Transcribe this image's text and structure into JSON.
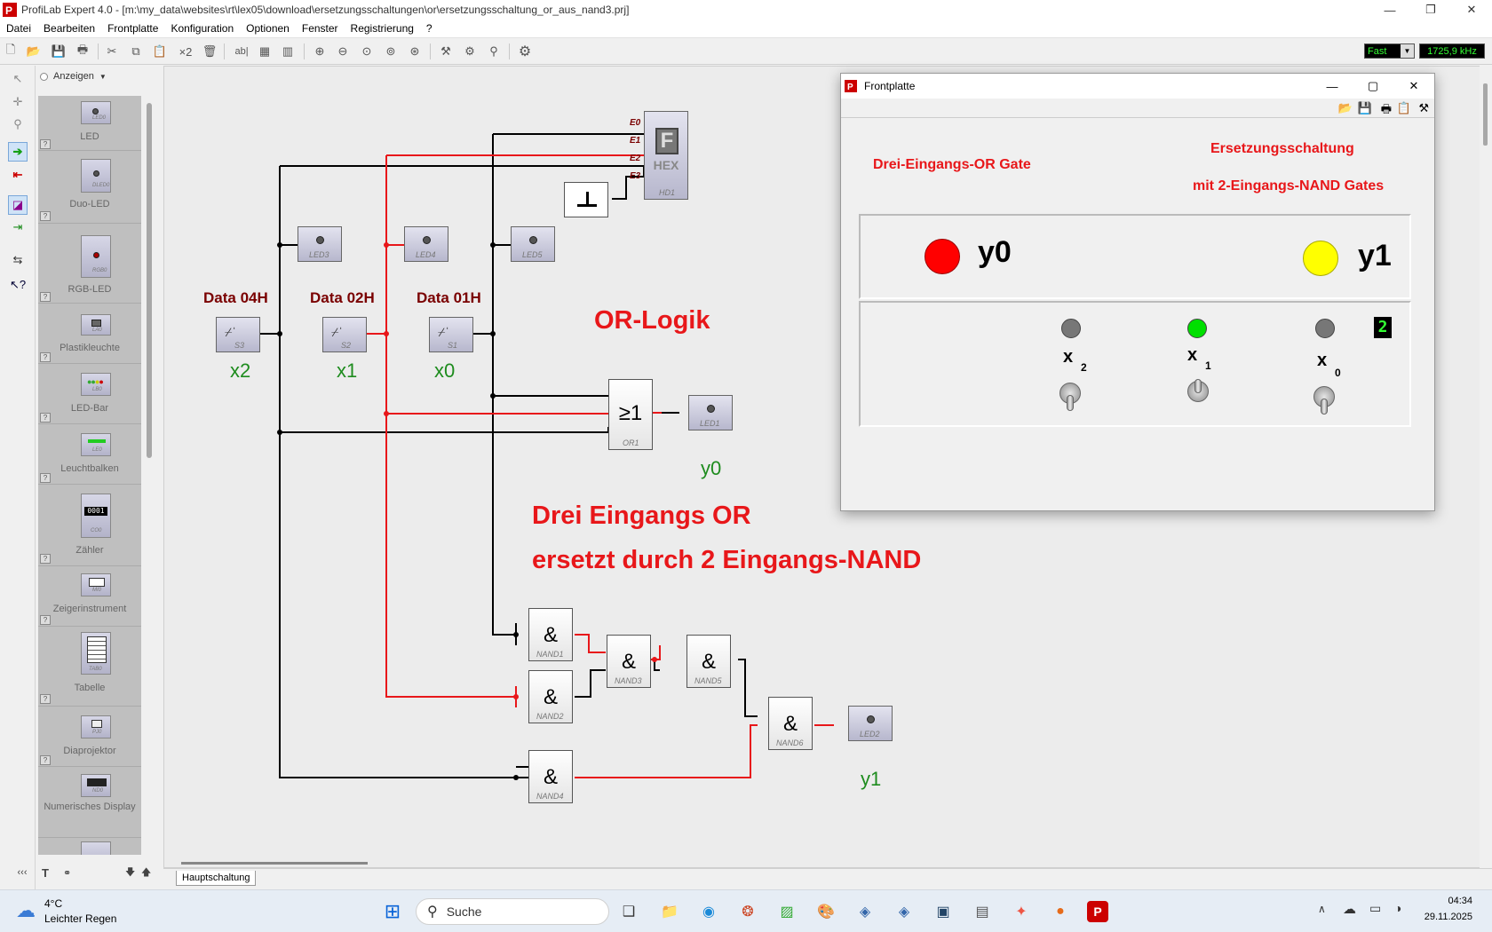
{
  "window": {
    "title": "ProfiLab Expert 4.0 - [m:\\my_data\\websites\\rt\\lex05\\download\\ersetzungsschaltungen\\or\\ersetzungsschaltung_or_aus_nand3.prj]"
  },
  "menu": [
    "Datei",
    "Bearbeiten",
    "Frontplatte",
    "Konfiguration",
    "Optionen",
    "Fenster",
    "Registrierung",
    "?"
  ],
  "toolbar": {
    "speed": "Fast",
    "frequency": "1725,9 kHz",
    "x2_label": "×2",
    "ab_label": "ab|"
  },
  "palette": {
    "show_label": "Anzeigen",
    "items": [
      {
        "label": "LED",
        "chip": "LED0"
      },
      {
        "label": "Duo-LED",
        "chip": "DLED0"
      },
      {
        "label": "RGB-LED",
        "chip": "RGB0"
      },
      {
        "label": "Plastikleuchte",
        "chip": "LA0"
      },
      {
        "label": "LED-Bar",
        "chip": "LB0"
      },
      {
        "label": "Leuchtbalken",
        "chip": "LE0"
      },
      {
        "label": "Zähler",
        "chip": "CO0"
      },
      {
        "label": "Zeigerinstrument",
        "chip": "MI0"
      },
      {
        "label": "Tabelle",
        "chip": "TAB0"
      },
      {
        "label": "Diaprojektor",
        "chip": "PJ0"
      },
      {
        "label": "Numerisches Display",
        "chip": "ND0"
      }
    ],
    "counter_display": "0001",
    "collapse": "‹‹‹"
  },
  "circuit": {
    "switch_headers": [
      "Data 04H",
      "Data 02H",
      "Data 01H"
    ],
    "switch_names": [
      "S3",
      "S2",
      "S1"
    ],
    "inputs": [
      "x2",
      "x1",
      "x0"
    ],
    "leds_top": [
      "LED3",
      "LED4",
      "LED5"
    ],
    "hex": {
      "name": "HD1",
      "letter": "F",
      "label": "HEX",
      "pins": [
        "E0",
        "E1",
        "E2",
        "E3"
      ]
    },
    "or_logic_title": "OR-Logik",
    "or_gate": {
      "name": "OR1",
      "symbol": "≥1"
    },
    "led1": "LED1",
    "y0": "y0",
    "heading_1": "Drei Eingangs OR",
    "heading_2": "ersetzt durch 2 Eingangs-NAND",
    "nand_symbol": "&",
    "nands": [
      "NAND1",
      "NAND2",
      "NAND3",
      "NAND4",
      "NAND5",
      "NAND6"
    ],
    "led2": "LED2",
    "y1": "y1"
  },
  "tab": {
    "label": "Hauptschaltung"
  },
  "frontpanel": {
    "title": "Frontplatte",
    "text_left": "Drei-Eingangs-OR Gate",
    "text_right_1": "Ersetzungsschaltung",
    "text_right_2": "mit 2-Eingangs-NAND Gates",
    "y0": "y0",
    "y1": "y1",
    "y0_color": "#ff0000",
    "y1_color": "#ffff00",
    "x_labels": [
      {
        "x": "x",
        "sub": "2"
      },
      {
        "x": "x",
        "sub": "1"
      },
      {
        "x": "x",
        "sub": "0"
      }
    ],
    "input_led_colors": [
      "#777777",
      "#00e000",
      "#777777"
    ],
    "counter_value": "2"
  },
  "taskbar": {
    "weather_temp": "4°C",
    "weather_desc": "Leichter Regen",
    "search_placeholder": "Suche",
    "clock_time": "04:34",
    "clock_date": "29.11.2025"
  }
}
